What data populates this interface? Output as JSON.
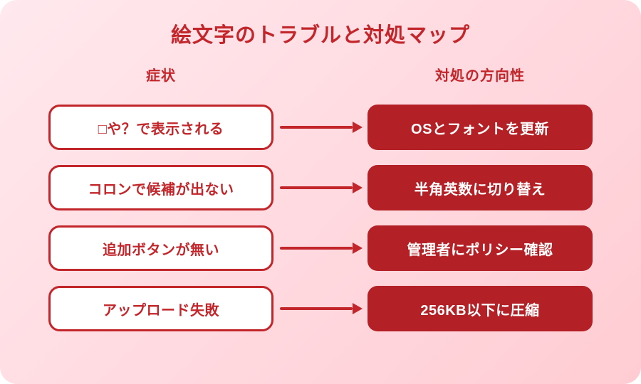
{
  "title": "絵文字のトラブルと対処マップ",
  "columns": {
    "left": "症状",
    "right": "対処の方向性"
  },
  "rows": [
    {
      "symptom": "□や？で表示される",
      "action": "OSとフォントを更新"
    },
    {
      "symptom": "コロンで候補が出ない",
      "action": "半角英数に切り替え"
    },
    {
      "symptom": "追加ボタンが無い",
      "action": "管理者にポリシー確認"
    },
    {
      "symptom": "アップロード失敗",
      "action": "256KB以下に圧縮"
    }
  ],
  "colors": {
    "accent": "#c2262b",
    "action_bg": "#b32025",
    "action_text": "#ffffff",
    "card_bg_from": "#ffe9ee",
    "card_bg_to": "#ffccd3",
    "symptom_box_bg": "#ffffff"
  }
}
